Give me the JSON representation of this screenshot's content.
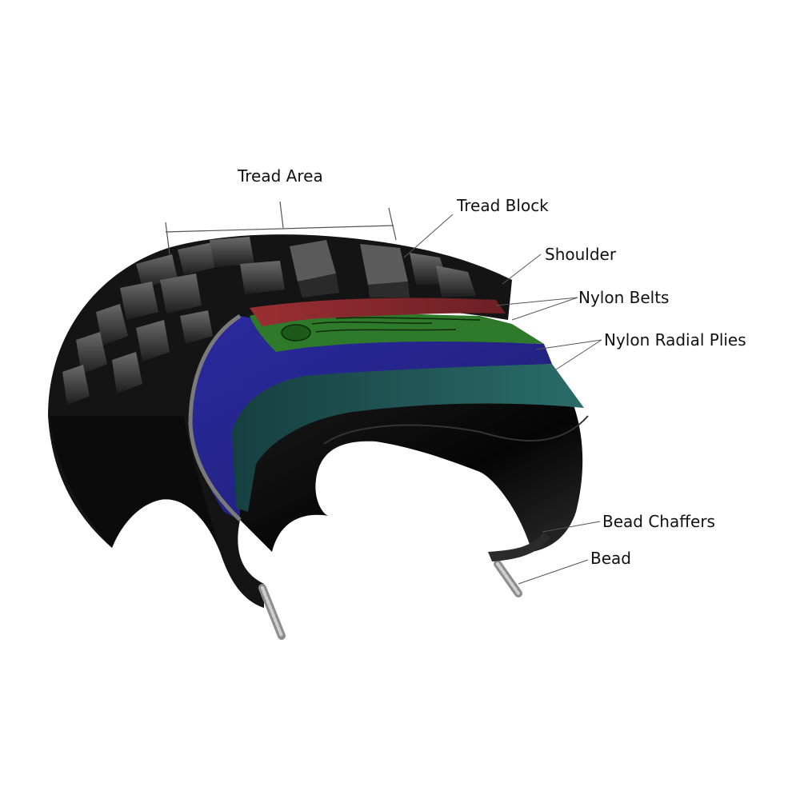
{
  "labels": {
    "tread_area": "Tread Area",
    "tread_block": "Tread Block",
    "shoulder": "Shoulder",
    "nylon_belts": "Nylon Belts",
    "nylon_radial_plies": "Nylon Radial Plies",
    "bead_chaffers": "Bead Chaffers",
    "bead": "Bead"
  },
  "colors": {
    "background": "#ffffff",
    "rubber": "#141414",
    "tread_block": "#3a3a3a",
    "belt_red": "#8a2a2e",
    "belt_green": "#2f7a2a",
    "ply_blue": "#2a2a8c",
    "ply_teal": "#1f5a5a",
    "bead_wire": "#9a9a9a",
    "leader_line": "#555555"
  }
}
